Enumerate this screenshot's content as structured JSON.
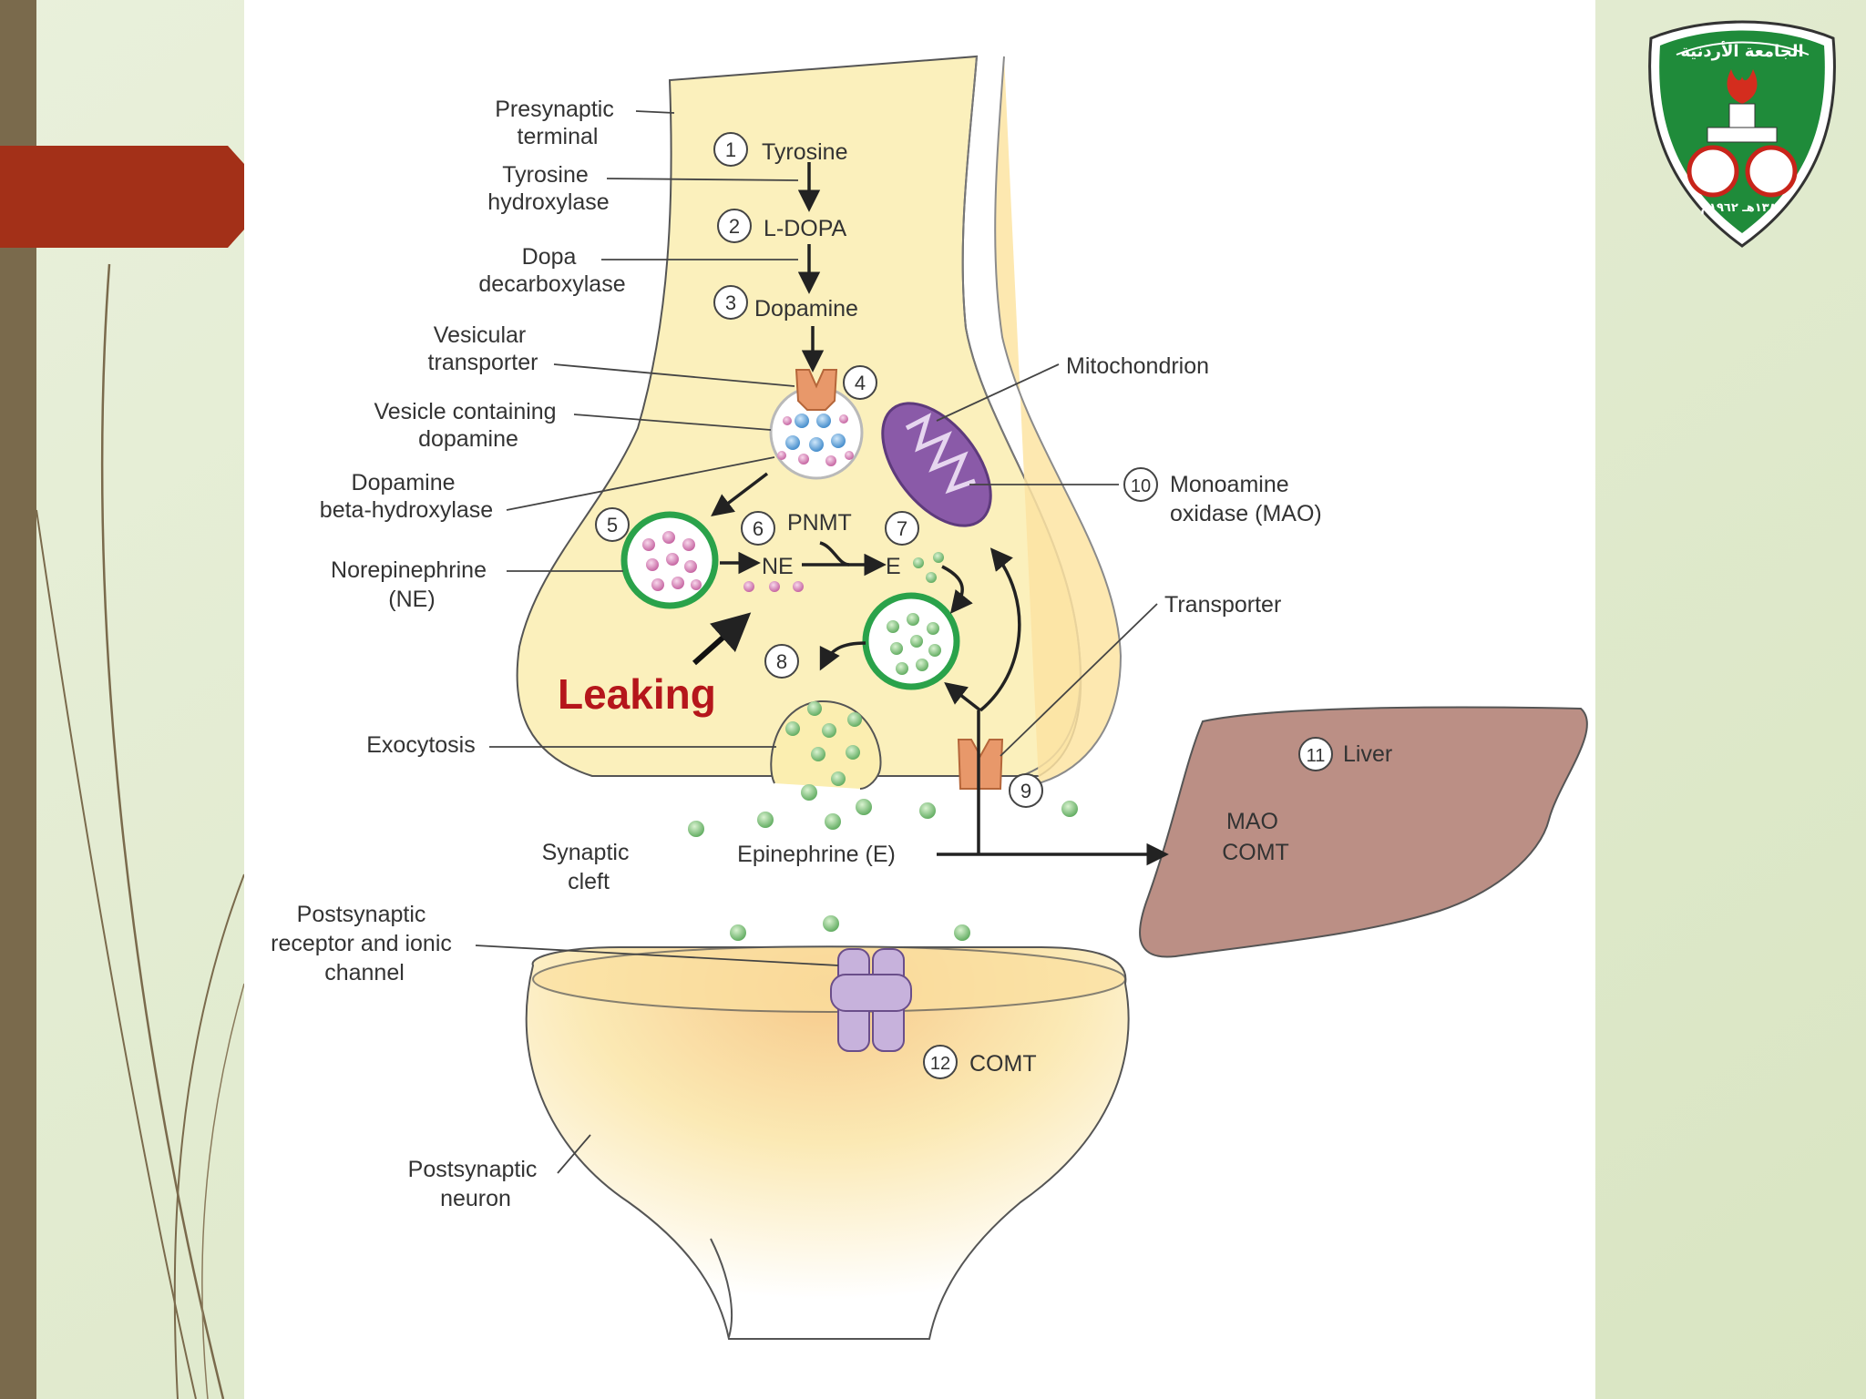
{
  "slide": {
    "colors": {
      "background": "#e4ecd0",
      "left_bar": "#7a6a4c",
      "accent_tab": "#a33018",
      "diagram_bg": "#ffffff",
      "cytoplasm": "#fbf0bc",
      "vesicle_ring": "#2aa24a",
      "mito": "#8a5aa8",
      "liver": "#bb8f85",
      "leaking": "#b5161b"
    }
  },
  "logo": {
    "name": "university-seal-icon",
    "text_top": "الجامعة الأردنية",
    "text_bottom": "١٣٨٢هـ ١٩٦٢م"
  },
  "diagram": {
    "labels": {
      "presynaptic": [
        "Presynaptic",
        "terminal"
      ],
      "tyrosine_hydroxylase": [
        "Tyrosine",
        "hydroxylase"
      ],
      "dopa_decarboxylase": [
        "Dopa",
        "decarboxylase"
      ],
      "vesicular_transporter": [
        "Vesicular",
        "transporter"
      ],
      "vesicle_dopamine": [
        "Vesicle containing",
        "dopamine"
      ],
      "dbh": [
        "Dopamine",
        "beta-hydroxylase"
      ],
      "norepinephrine": [
        "Norepinephrine",
        "(NE)"
      ],
      "exocytosis": "Exocytosis",
      "synaptic_cleft": [
        "Synaptic",
        "cleft"
      ],
      "epinephrine": "Epinephrine (E)",
      "postsynaptic_receptor": [
        "Postsynaptic",
        "receptor and ionic",
        "channel"
      ],
      "postsynaptic_neuron": [
        "Postsynaptic",
        "neuron"
      ],
      "mitochondrion": "Mitochondrion",
      "mao": [
        "Monoamine",
        "oxidase (MAO)"
      ],
      "transporter": "Transporter",
      "liver": "Liver",
      "liver_enzymes": [
        "MAO",
        "COMT"
      ],
      "comt": "COMT"
    },
    "steps": {
      "tyrosine": "Tyrosine",
      "ldopa": "L-DOPA",
      "dopamine": "Dopamine",
      "pnmt": "PNMT",
      "ne": "NE",
      "e": "E"
    },
    "numbers": [
      "1",
      "2",
      "3",
      "4",
      "5",
      "6",
      "7",
      "8",
      "9",
      "10",
      "11",
      "12"
    ],
    "annotation": "Leaking"
  }
}
